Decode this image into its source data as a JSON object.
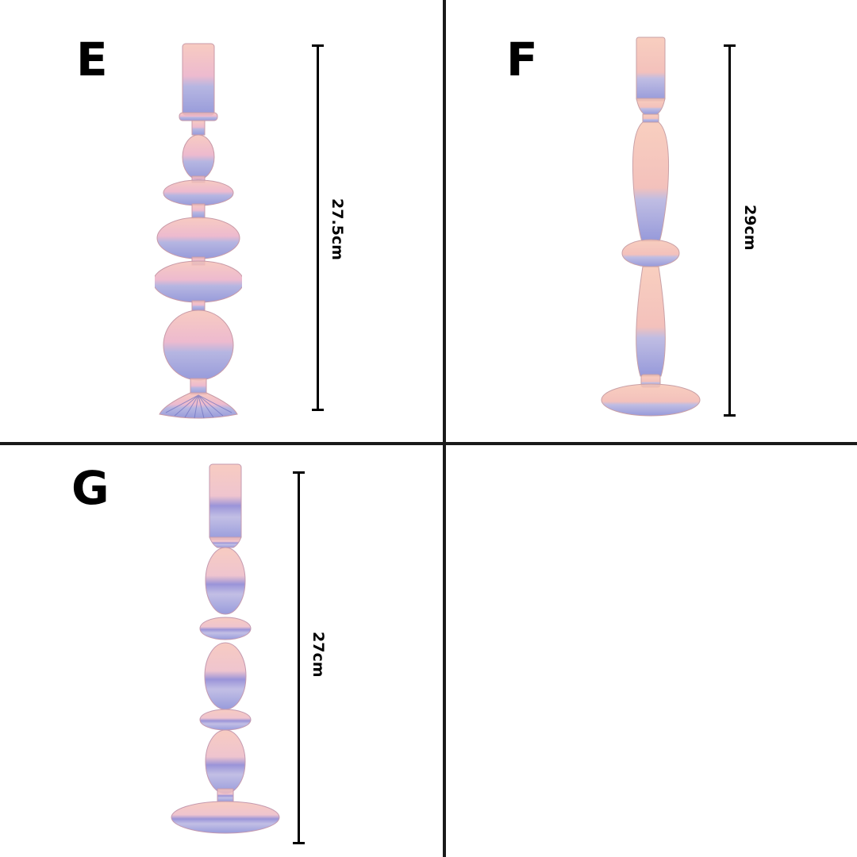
{
  "layout": {
    "grid": "2x2",
    "divider_color": "#1a1a1a",
    "background": "#ffffff"
  },
  "panels": [
    {
      "letter": "E",
      "height_label": "27.5cm",
      "description": "Stacked candle holder: cylinder top, small bulb, three flattened discs, sphere, ribbed flared foot",
      "gradient_top": "#f4b8ae",
      "gradient_bottom": "#8f92d8"
    },
    {
      "letter": "F",
      "height_label": "29cm",
      "description": "Tall candle holder: cylinder top, tapering cone, disc ring, flared lower stem, round foot",
      "gradient_top": "#f4bba8",
      "gradient_bottom": "#8a8ed6"
    },
    {
      "letter": "G",
      "height_label": "27cm",
      "description": "Candle holder: cylinder top, bulb, disc, bulb, disc, bulb, round foot",
      "gradient_top": "#f4b8ae",
      "gradient_bottom": "#8d90d8"
    },
    {
      "letter": "",
      "height_label": "",
      "description": "Empty panel"
    }
  ]
}
